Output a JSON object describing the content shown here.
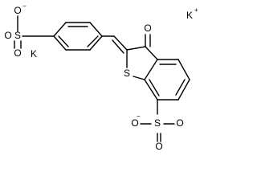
{
  "molecule": {
    "atoms": {
      "o1": "O",
      "s1": "S",
      "o2": "O",
      "o3": "O",
      "k_left": "K",
      "k_right": "K",
      "o_ketone": "O",
      "s_ring": "S",
      "s2": "S",
      "o4": "O",
      "o5": "O",
      "o6": "O"
    },
    "charges": {
      "o1": "−",
      "k_right": "+",
      "o4": "−"
    }
  }
}
